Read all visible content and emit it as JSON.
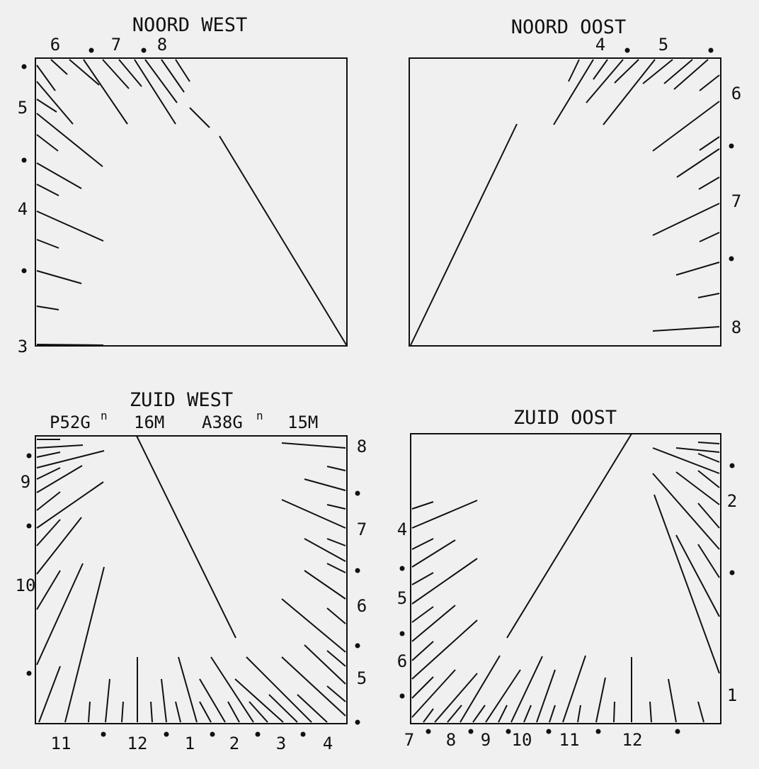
{
  "panels": [
    {
      "id": "noord-west",
      "title": "NOORD WEST",
      "extra_labels": [],
      "hour_labels": [
        "6",
        "7",
        "8",
        "5",
        "4",
        "3"
      ]
    },
    {
      "id": "noord-oost",
      "title": "NOORD OOST",
      "extra_labels": [],
      "hour_labels": [
        "4",
        "5",
        "6",
        "7",
        "8"
      ]
    },
    {
      "id": "zuid-west",
      "title": "ZUID WEST",
      "extra_labels": [
        "P52G",
        "n",
        "16M",
        "A38G",
        "n",
        "15M"
      ],
      "hour_labels": [
        "8",
        "7",
        "6",
        "5",
        "9",
        "10",
        "11",
        "12",
        "1",
        "2",
        "3",
        "4"
      ]
    },
    {
      "id": "zuid-oost",
      "title": "ZUID OOST",
      "extra_labels": [],
      "hour_labels": [
        "2",
        "1",
        "4",
        "5",
        "6",
        "7",
        "8",
        "9",
        "10",
        "11",
        "12"
      ]
    }
  ]
}
